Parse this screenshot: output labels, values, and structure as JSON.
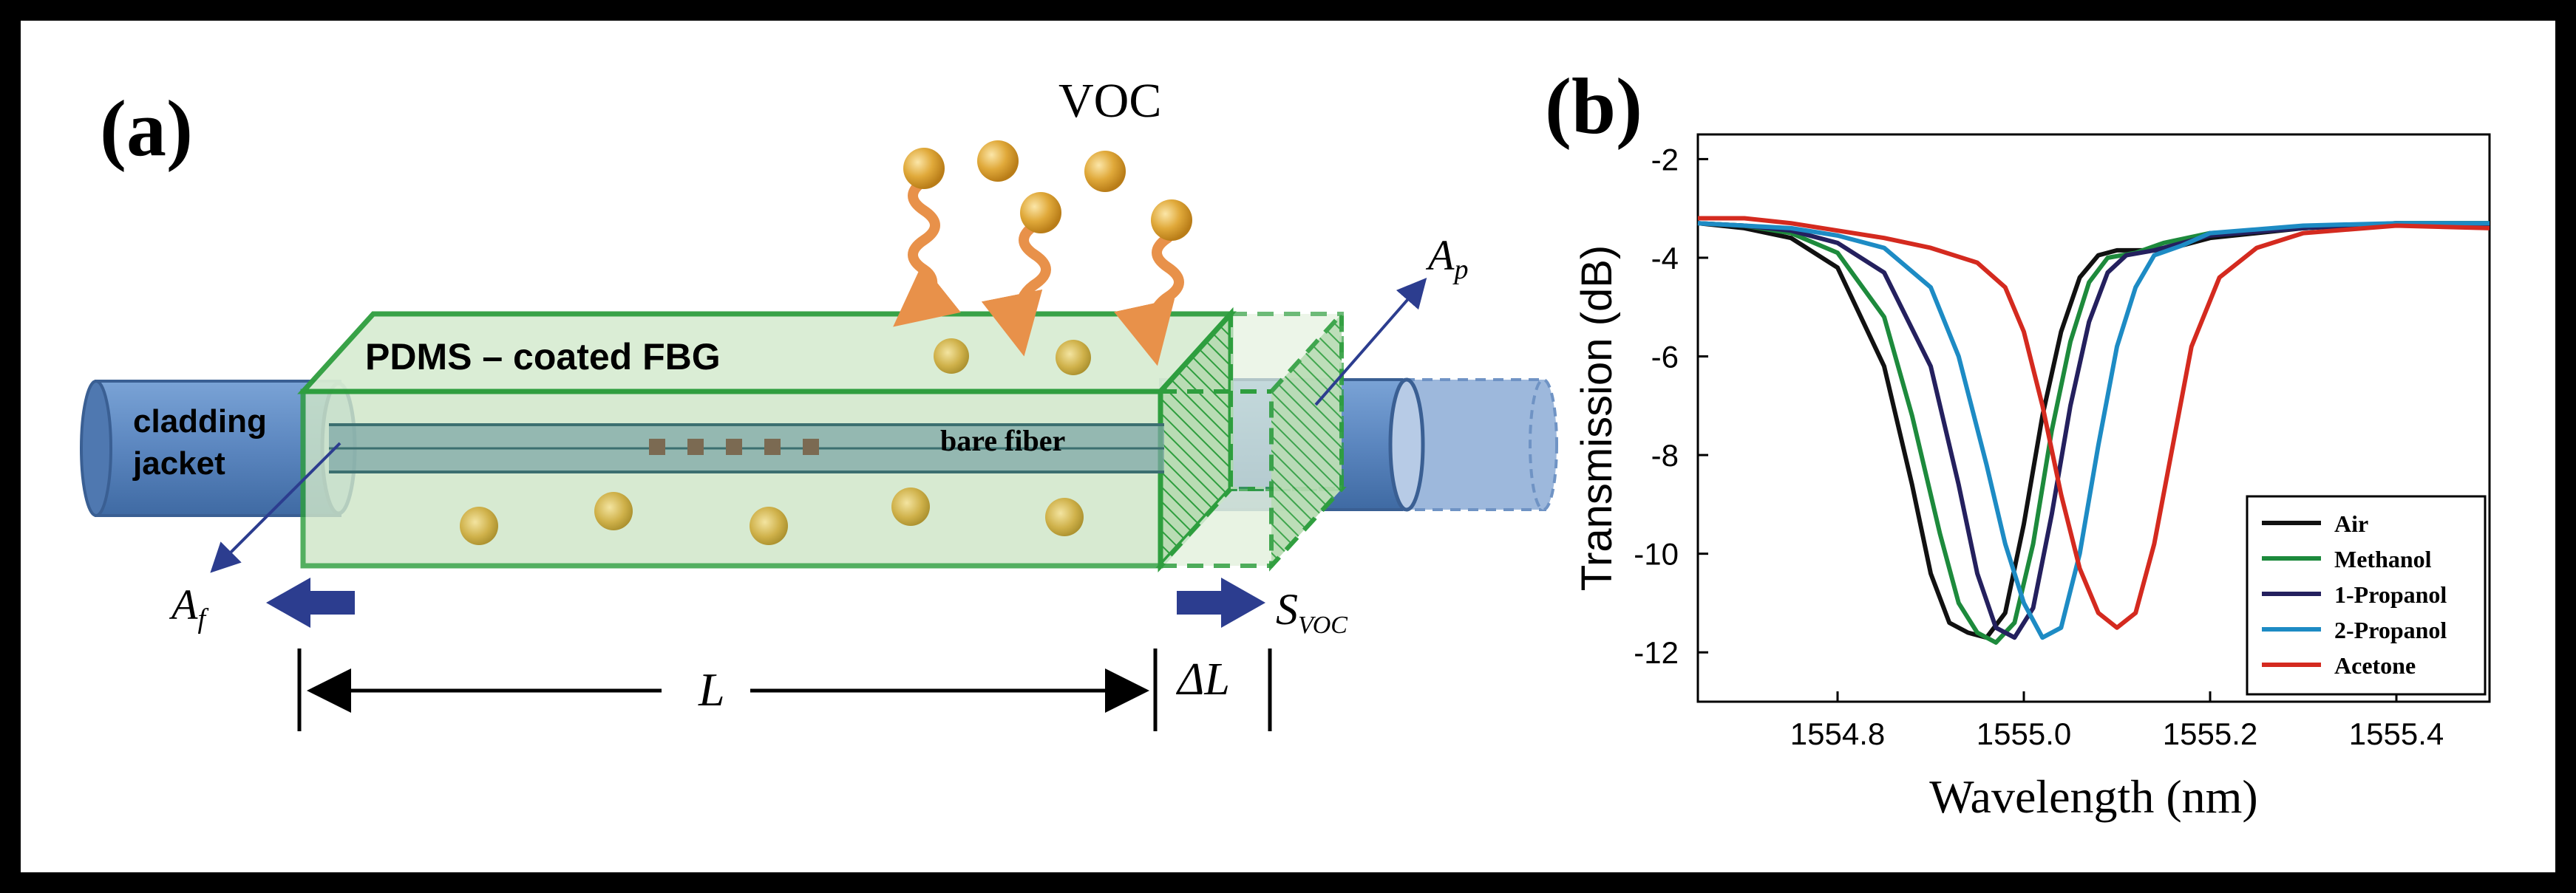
{
  "panel_a": {
    "panel_label": "(a)",
    "voc_label": "VOC",
    "coating_label": "PDMS – coated FBG",
    "cladding_label_line1": "cladding",
    "cladding_label_line2": "jacket",
    "bare_fiber_label": "bare fiber",
    "af_label_main": "A",
    "af_label_sub": "f",
    "ap_label_main": "A",
    "ap_label_sub": "p",
    "svoc_label_main": "S",
    "svoc_label_sub": "VOC",
    "length_label": "L",
    "delta_length_label": "ΔL",
    "colors": {
      "fiber": "#5b86bf",
      "coating_fill": "#cfe6c8",
      "coating_edge": "#2e9e3e",
      "particle": "#e0a93a",
      "wave": "#e8914a",
      "arrow": "#2c3d8f"
    }
  },
  "panel_b": {
    "panel_label": "(b)",
    "chart_data": {
      "type": "line",
      "xlabel": "Wavelength (nm)",
      "ylabel": "Transmission (dB)",
      "xlim": [
        1554.65,
        1555.5
      ],
      "ylim": [
        -13,
        -1.5
      ],
      "xticks": [
        1554.8,
        1555.0,
        1555.2,
        1555.4
      ],
      "xtick_labels": [
        "1554.8",
        "1555.0",
        "1555.2",
        "1555.4"
      ],
      "yticks": [
        -2,
        -4,
        -6,
        -8,
        -10,
        -12
      ],
      "ytick_labels": [
        "-2",
        "-4",
        "-6",
        "-8",
        "-10",
        "-12"
      ],
      "grid": false,
      "legend_position": "bottom-right",
      "series": [
        {
          "name": "Air",
          "color": "#111111",
          "x": [
            1554.65,
            1554.7,
            1554.75,
            1554.8,
            1554.85,
            1554.88,
            1554.9,
            1554.92,
            1554.94,
            1554.96,
            1554.98,
            1555.0,
            1555.02,
            1555.04,
            1555.06,
            1555.08,
            1555.1,
            1555.15,
            1555.2,
            1555.3,
            1555.4,
            1555.5
          ],
          "y": [
            -3.3,
            -3.4,
            -3.6,
            -4.2,
            -6.2,
            -8.6,
            -10.4,
            -11.4,
            -11.6,
            -11.7,
            -11.2,
            -9.4,
            -7.2,
            -5.5,
            -4.4,
            -3.95,
            -3.85,
            -3.85,
            -3.6,
            -3.4,
            -3.3,
            -3.3
          ]
        },
        {
          "name": "Methanol",
          "color": "#1d8a3c",
          "x": [
            1554.65,
            1554.7,
            1554.75,
            1554.8,
            1554.85,
            1554.88,
            1554.91,
            1554.93,
            1554.95,
            1554.97,
            1554.99,
            1555.01,
            1555.03,
            1555.05,
            1555.07,
            1555.09,
            1555.12,
            1555.15,
            1555.2,
            1555.3,
            1555.4,
            1555.5
          ],
          "y": [
            -3.3,
            -3.35,
            -3.5,
            -3.9,
            -5.2,
            -7.2,
            -9.6,
            -11.0,
            -11.6,
            -11.8,
            -11.4,
            -9.8,
            -7.5,
            -5.7,
            -4.5,
            -4.0,
            -3.9,
            -3.7,
            -3.5,
            -3.4,
            -3.3,
            -3.3
          ]
        },
        {
          "name": "1-Propanol",
          "color": "#24205e",
          "x": [
            1554.65,
            1554.7,
            1554.75,
            1554.8,
            1554.85,
            1554.9,
            1554.93,
            1554.95,
            1554.97,
            1554.99,
            1555.01,
            1555.03,
            1555.05,
            1555.07,
            1555.09,
            1555.11,
            1555.14,
            1555.17,
            1555.2,
            1555.3,
            1555.4,
            1555.5
          ],
          "y": [
            -3.3,
            -3.35,
            -3.45,
            -3.7,
            -4.3,
            -6.2,
            -8.6,
            -10.4,
            -11.5,
            -11.7,
            -11.1,
            -9.2,
            -7.0,
            -5.3,
            -4.3,
            -3.95,
            -3.85,
            -3.7,
            -3.55,
            -3.4,
            -3.3,
            -3.35
          ]
        },
        {
          "name": "2-Propanol",
          "color": "#1d8bc4",
          "x": [
            1554.65,
            1554.7,
            1554.75,
            1554.8,
            1554.85,
            1554.9,
            1554.93,
            1554.96,
            1554.98,
            1555.0,
            1555.02,
            1555.04,
            1555.06,
            1555.08,
            1555.1,
            1555.12,
            1555.14,
            1555.17,
            1555.2,
            1555.3,
            1555.4,
            1555.5
          ],
          "y": [
            -3.3,
            -3.35,
            -3.4,
            -3.55,
            -3.8,
            -4.6,
            -6.0,
            -8.2,
            -9.8,
            -11.0,
            -11.7,
            -11.5,
            -10.0,
            -7.8,
            -5.8,
            -4.6,
            -3.95,
            -3.75,
            -3.5,
            -3.35,
            -3.3,
            -3.3
          ]
        },
        {
          "name": "Acetone",
          "color": "#d42a1f",
          "x": [
            1554.65,
            1554.7,
            1554.75,
            1554.8,
            1554.85,
            1554.9,
            1554.95,
            1554.98,
            1555.0,
            1555.02,
            1555.04,
            1555.06,
            1555.08,
            1555.1,
            1555.12,
            1555.14,
            1555.16,
            1555.18,
            1555.21,
            1555.25,
            1555.3,
            1555.4,
            1555.5
          ],
          "y": [
            -3.2,
            -3.2,
            -3.3,
            -3.45,
            -3.6,
            -3.8,
            -4.1,
            -4.6,
            -5.5,
            -7.0,
            -8.8,
            -10.3,
            -11.2,
            -11.5,
            -11.2,
            -9.8,
            -7.8,
            -5.8,
            -4.4,
            -3.8,
            -3.5,
            -3.35,
            -3.4
          ]
        }
      ]
    }
  }
}
